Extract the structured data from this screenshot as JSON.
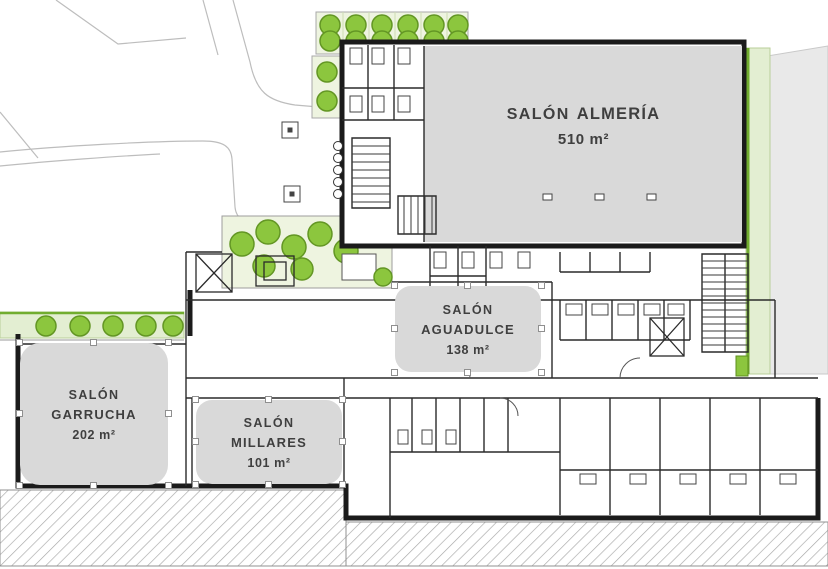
{
  "rooms": {
    "almeria": {
      "prefix": "SALÓN",
      "name": "ALMERÍA",
      "area": "510 m²"
    },
    "aguadulce": {
      "prefix": "SALÓN",
      "name": "AGUADULCE",
      "area": "138 m²"
    },
    "garrucha": {
      "prefix": "SALÓN",
      "name": "GARRUCHA",
      "area": "202 m²"
    },
    "millares": {
      "prefix": "SALÓN",
      "name": "MILLARES",
      "area": "101 m²"
    }
  },
  "colors": {
    "wall": "#1b1b1b",
    "room_zone_fill": "#d9d9d9",
    "bush_green": "#8cc63e",
    "bush_stroke": "#639624",
    "planter_fill": "#eef4e0",
    "hedge_fill": "#e3eed2",
    "hedge_line": "#71ad2f",
    "adjacent_area_fill": "#e9e9e9",
    "hatch_line": "#a7a7a7",
    "label_text": "#3f3f3f"
  }
}
